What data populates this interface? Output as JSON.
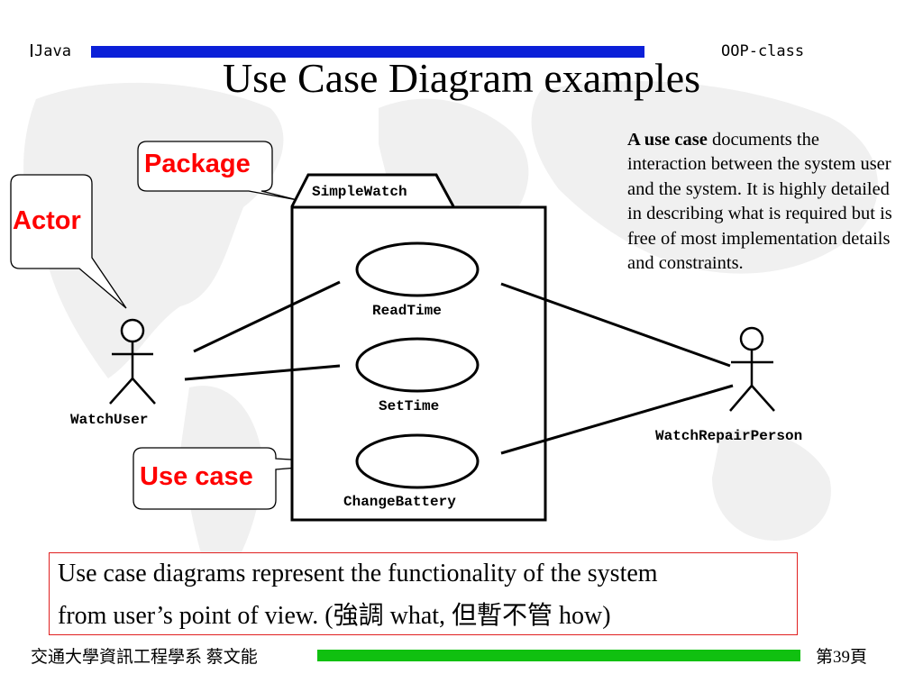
{
  "header": {
    "left_label": "Java",
    "right_label": "OOP-class",
    "bar_color": "#0b20d8"
  },
  "title": "Use Case Diagram examples",
  "description": {
    "bold_lead": "A use case",
    "rest": " documents the interaction between the system user and the system. It is highly detailed in describing what is required but is free of most implementation details and constraints."
  },
  "callouts": {
    "package": "Package",
    "actor": "Actor",
    "use_case": "Use case",
    "color": "#ff0000"
  },
  "diagram": {
    "package_name": "SimpleWatch",
    "use_cases": [
      "ReadTime",
      "SetTime",
      "ChangeBattery"
    ],
    "actors": [
      "WatchUser",
      "WatchRepairPerson"
    ]
  },
  "note": {
    "line1": "Use case diagrams represent the functionality of the system",
    "line2": "from user’s point of view. (強調 what, 但暫不管 how)"
  },
  "footer": {
    "left_text": "交通大學資訊工程學系 蔡文能",
    "page_label": "第39頁",
    "bar_color": "#10c010"
  }
}
